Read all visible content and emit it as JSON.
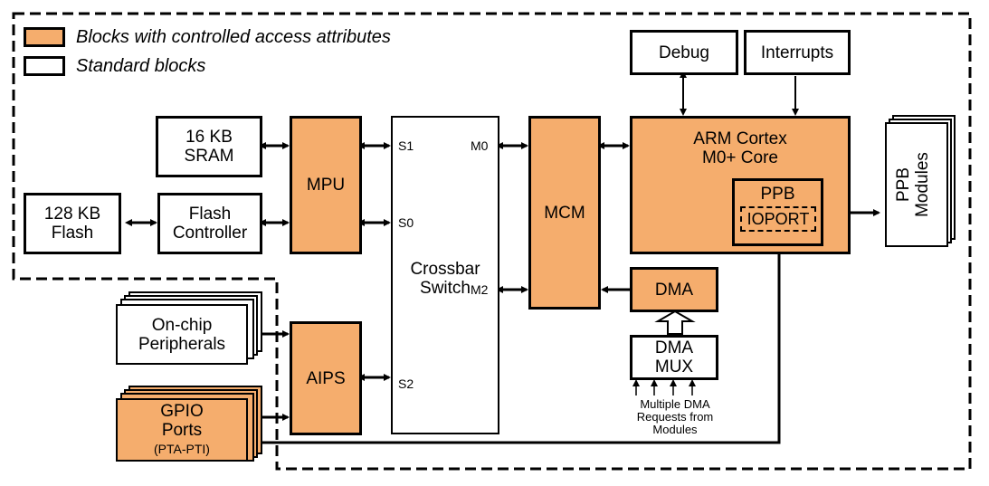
{
  "legend": {
    "controlled": "Blocks with controlled access attributes",
    "standard": "Standard blocks",
    "controlled_color": "#f5ad6d",
    "standard_color": "#ffffff"
  },
  "blocks": {
    "sram": {
      "line1": "16 KB",
      "line2": "SRAM"
    },
    "flash": {
      "line1": "128 KB",
      "line2": "Flash"
    },
    "flash_controller": {
      "line1": "Flash",
      "line2": "Controller"
    },
    "mpu": "MPU",
    "crossbar": {
      "line1": "Crossbar",
      "line2": "Switch"
    },
    "mcm": "MCM",
    "core": {
      "line1": "ARM Cortex",
      "line2": "M0+ Core"
    },
    "ppb": "PPB",
    "ioport": "IOPORT",
    "ppb_modules": {
      "line1": "PPB",
      "line2": "Modules"
    },
    "debug": "Debug",
    "interrupts": "Interrupts",
    "dma": "DMA",
    "dma_mux": {
      "line1": "DMA",
      "line2": "MUX"
    },
    "on_chip": {
      "line1": "On-chip",
      "line2": "Peripherals"
    },
    "gpio": {
      "line1": "GPIO",
      "line2": "Ports",
      "line3": "(PTA-PTI)"
    },
    "aips": "AIPS"
  },
  "ports": {
    "s1": "S1",
    "s0": "S0",
    "s2": "S2",
    "m0": "M0",
    "m2": "M2"
  },
  "dma_note": {
    "line1": "Multiple DMA",
    "line2": "Requests from",
    "line3": "Modules"
  }
}
